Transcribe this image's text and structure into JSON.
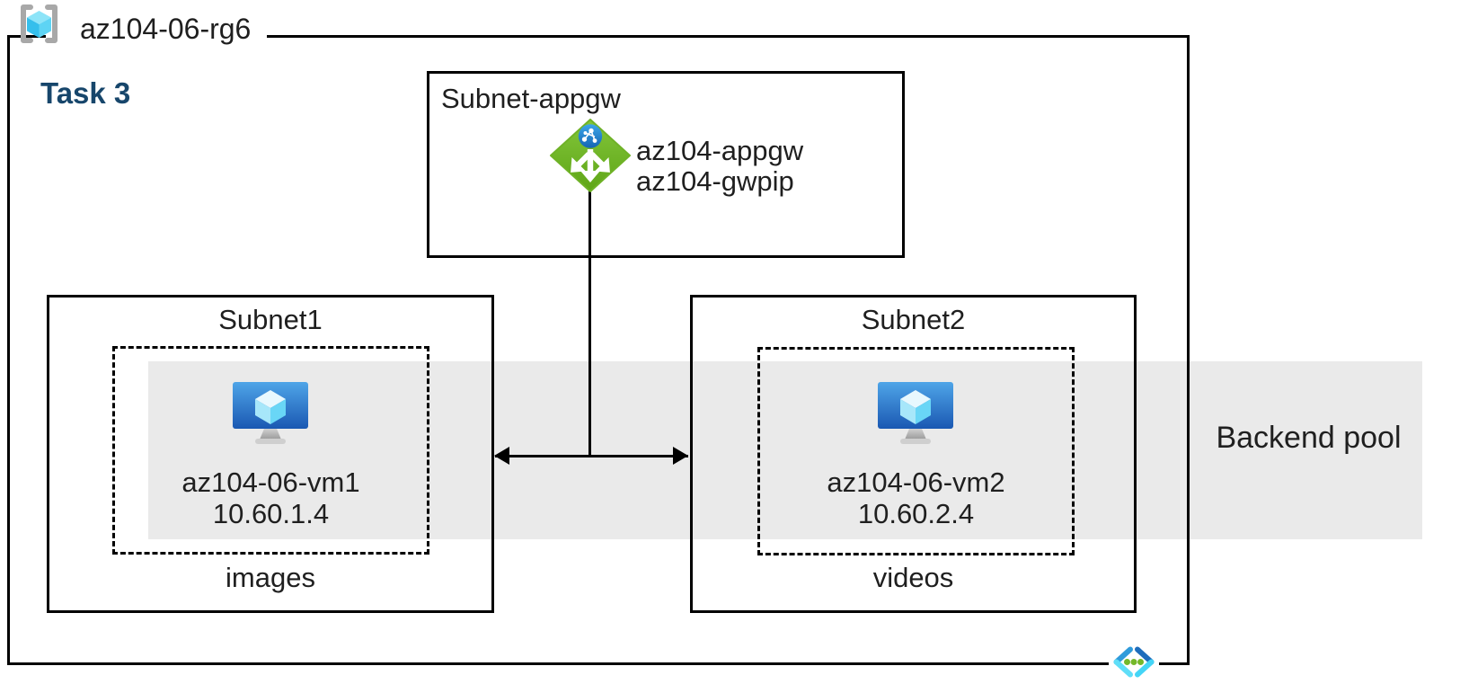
{
  "resource_group": {
    "label": "az104-06-rg6",
    "icon": "resource-group-icon"
  },
  "task": {
    "label": "Task 3",
    "color": "#17466B"
  },
  "appgw_subnet": {
    "label": "Subnet-appgw",
    "gateway": {
      "icon": "application-gateway-icon",
      "name": "az104-appgw",
      "public_ip": "az104-gwpip"
    }
  },
  "subnet1": {
    "label": "Subnet1",
    "vm": {
      "icon": "virtual-machine-icon",
      "name": "az104-06-vm1",
      "ip": "10.60.1.4"
    },
    "app_label": "images"
  },
  "subnet2": {
    "label": "Subnet2",
    "vm": {
      "icon": "virtual-machine-icon",
      "name": "az104-06-vm2",
      "ip": "10.60.2.4"
    },
    "app_label": "videos"
  },
  "backend_pool": {
    "label": "Backend pool",
    "band_color": "#EAEAEA"
  },
  "virtual_network": {
    "icon": "virtual-network-icon"
  },
  "colors": {
    "border": "#000000",
    "task_blue": "#17466B",
    "appgw_green": "#74BA21",
    "vm_blue_top": "#4FA5E8",
    "vm_blue_bottom": "#1A58B2",
    "cube_cyan": "#50D6F4",
    "backend_band": "#EAEAEA"
  }
}
